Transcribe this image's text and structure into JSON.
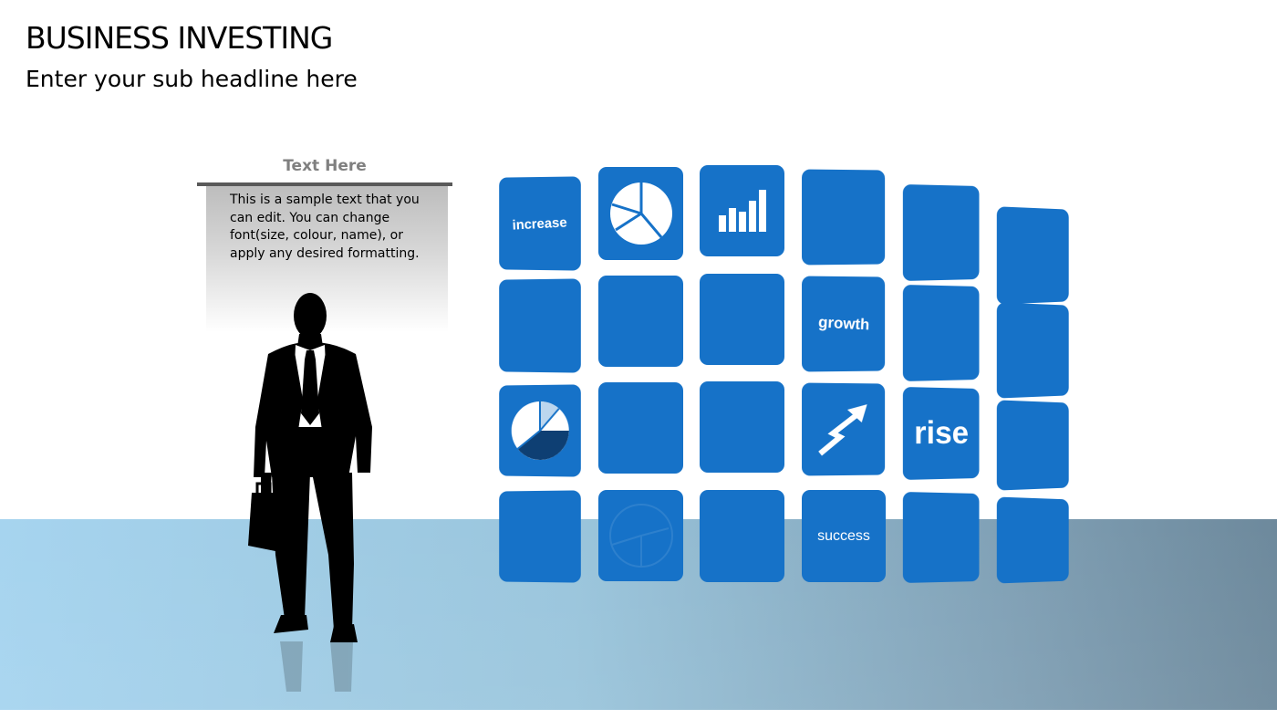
{
  "slide": {
    "title": "BUSINESS INVESTING",
    "subtitle": "Enter your sub headline here"
  },
  "text_panel": {
    "header": "Text Here",
    "body": "This is a sample text that you can edit. You can change font(size, colour, name), or apply any desired formatting."
  },
  "tiles": {
    "increase": "increase",
    "growth": "growth",
    "rise": "rise",
    "success": "success"
  },
  "colors": {
    "tile_blue": "#1672c8",
    "pie_dark": "#0e3f73",
    "floor_light": "#a6d4ef",
    "floor_dark": "#6d899c"
  },
  "icons": [
    "pie-chart-icon",
    "bar-chart-icon",
    "arrow-up-icon",
    "businessman-silhouette"
  ]
}
